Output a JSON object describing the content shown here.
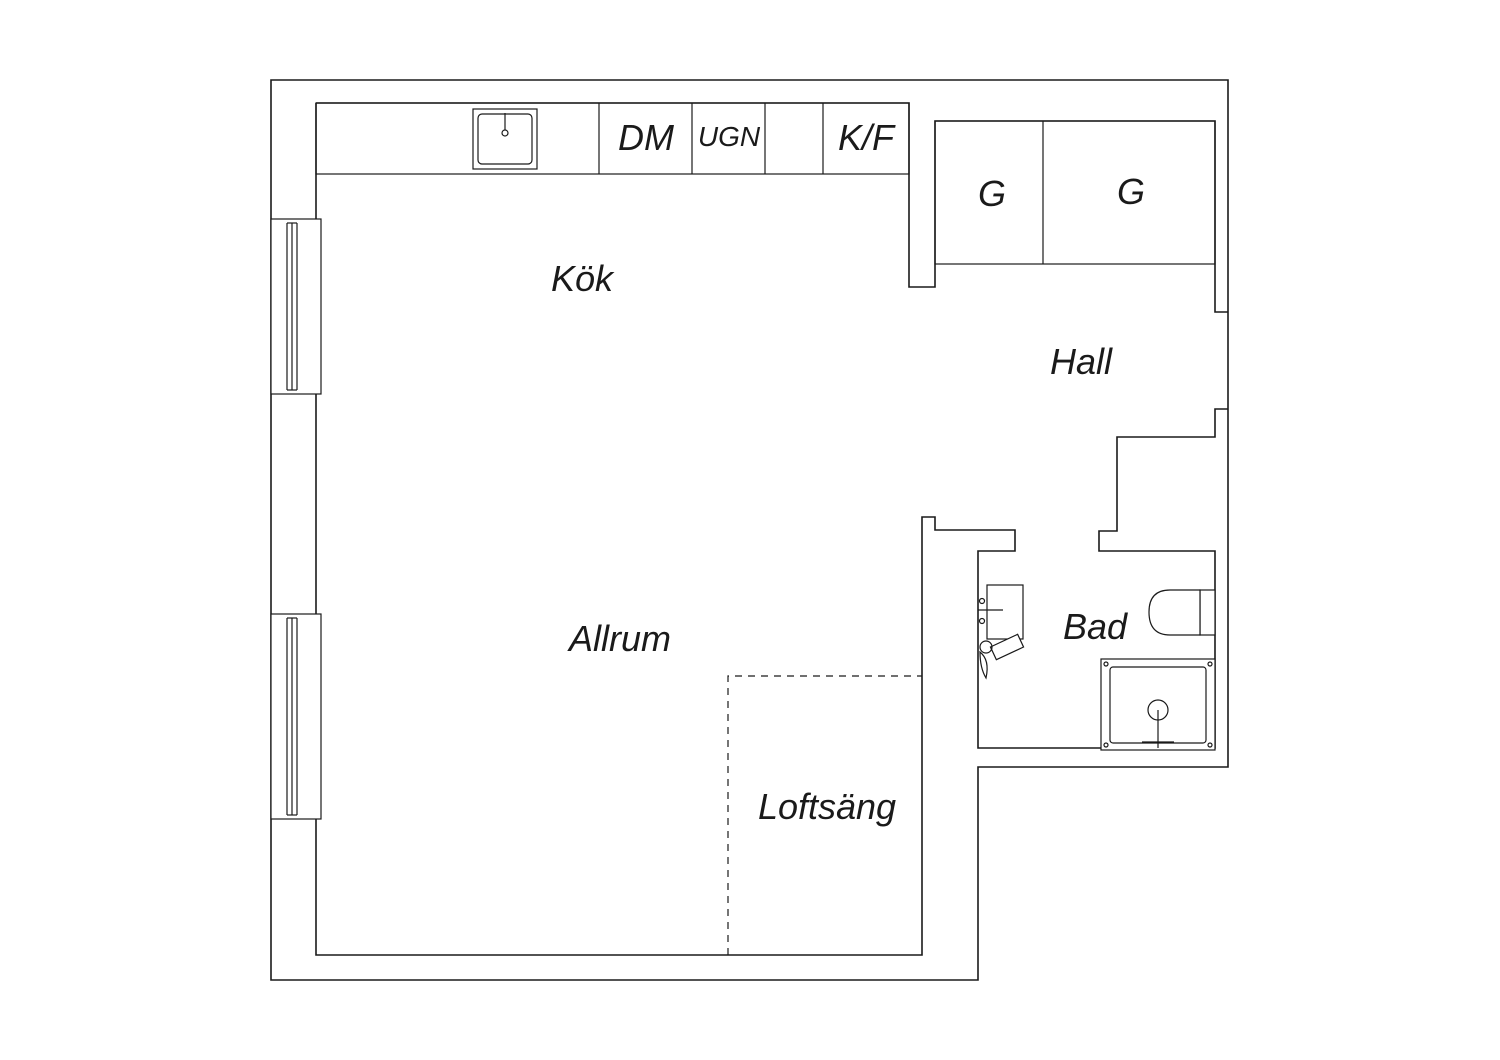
{
  "rooms": {
    "kok": "Kök",
    "hall": "Hall",
    "allrum": "Allrum",
    "bad": "Bad",
    "loftsang": "Loftsäng"
  },
  "appliances": {
    "dishwasher": "DM",
    "oven": "UGN",
    "fridge_freezer": "K/F",
    "wardrobe_1": "G",
    "wardrobe_2": "G"
  }
}
